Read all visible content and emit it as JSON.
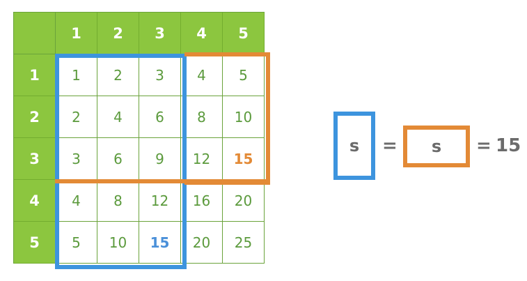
{
  "table": {
    "col_headers": [
      "1",
      "2",
      "3",
      "4",
      "5"
    ],
    "row_headers": [
      "1",
      "2",
      "3",
      "4",
      "5"
    ],
    "cells": [
      [
        "1",
        "2",
        "3",
        "4",
        "5"
      ],
      [
        "2",
        "4",
        "6",
        "8",
        "10"
      ],
      [
        "3",
        "6",
        "9",
        "12",
        "15"
      ],
      [
        "4",
        "8",
        "12",
        "16",
        "20"
      ],
      [
        "5",
        "10",
        "15",
        "20",
        "25"
      ]
    ],
    "highlight_blue": {
      "row": 5,
      "col": 3,
      "color": "#4a90d9"
    },
    "highlight_orange": {
      "row": 3,
      "col": 5,
      "color": "#e38a36"
    }
  },
  "equation": {
    "left_label": "s",
    "equals_1": "=",
    "right_label": "s",
    "equals_2": "=",
    "result": "15"
  },
  "colors": {
    "header_green": "#8cc63f",
    "text_green": "#5b9a3c",
    "blue": "#3d94de",
    "orange": "#e38a36"
  }
}
